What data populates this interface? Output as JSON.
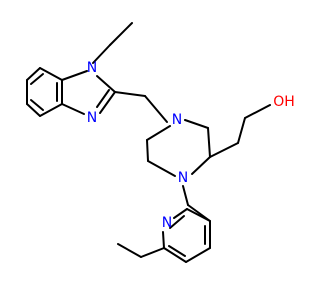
{
  "structure": {
    "atoms": [
      {
        "id": "N1",
        "element": "N",
        "label": "N",
        "color": "#0000ff"
      },
      {
        "id": "N3",
        "element": "N",
        "label": "N",
        "color": "#0000ff"
      },
      {
        "id": "N4",
        "element": "N",
        "label": "N",
        "color": "#0000ff"
      },
      {
        "id": "N1p",
        "element": "N",
        "label": "N",
        "color": "#0000ff"
      },
      {
        "id": "Npy",
        "element": "N",
        "label": "N",
        "color": "#0000ff"
      },
      {
        "id": "O",
        "element": "O",
        "label": "OH",
        "color": "#ff0000"
      }
    ],
    "bond_color": "#000000"
  }
}
